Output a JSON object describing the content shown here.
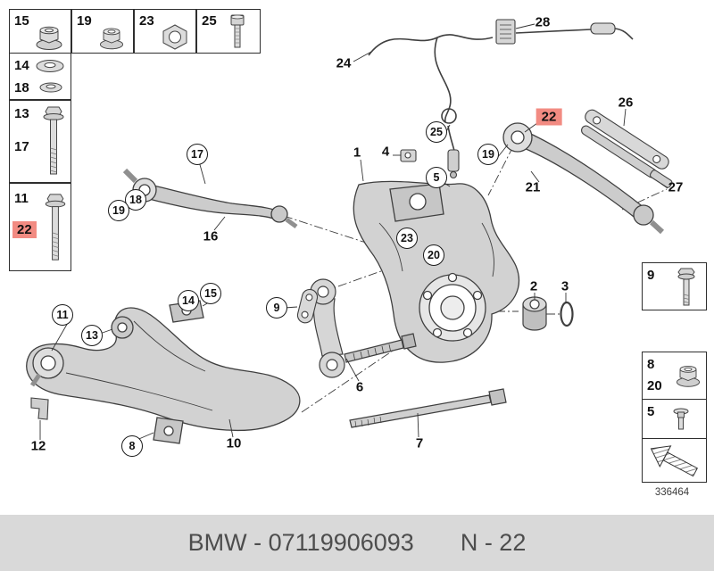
{
  "footer": {
    "left_text": "BMW - 07119906093",
    "right_text": "N - 22"
  },
  "diagram": {
    "number": "336464",
    "callouts": [
      {
        "label": "28",
        "circled": false,
        "highlighted": false
      },
      {
        "label": "24",
        "circled": false,
        "highlighted": false
      },
      {
        "label": "22",
        "circled": false,
        "highlighted": true
      },
      {
        "label": "26",
        "circled": false,
        "highlighted": false
      },
      {
        "label": "25",
        "circled": true,
        "highlighted": false
      },
      {
        "label": "19",
        "circled": true,
        "highlighted": false
      },
      {
        "label": "4",
        "circled": false,
        "highlighted": false
      },
      {
        "label": "1",
        "circled": false,
        "highlighted": false
      },
      {
        "label": "5",
        "circled": true,
        "highlighted": false
      },
      {
        "label": "21",
        "circled": false,
        "highlighted": false
      },
      {
        "label": "27",
        "circled": false,
        "highlighted": false
      },
      {
        "label": "17",
        "circled": true,
        "highlighted": false
      },
      {
        "label": "18",
        "circled": true,
        "highlighted": false
      },
      {
        "label": "19",
        "circled": true,
        "highlighted": false
      },
      {
        "label": "16",
        "circled": false,
        "highlighted": false
      },
      {
        "label": "23",
        "circled": true,
        "highlighted": false
      },
      {
        "label": "20",
        "circled": true,
        "highlighted": false
      },
      {
        "label": "2",
        "circled": false,
        "highlighted": false
      },
      {
        "label": "3",
        "circled": false,
        "highlighted": false
      },
      {
        "label": "9",
        "circled": true,
        "highlighted": false
      },
      {
        "label": "14",
        "circled": true,
        "highlighted": false
      },
      {
        "label": "15",
        "circled": true,
        "highlighted": false
      },
      {
        "label": "11",
        "circled": true,
        "highlighted": false
      },
      {
        "label": "13",
        "circled": true,
        "highlighted": false
      },
      {
        "label": "6",
        "circled": false,
        "highlighted": false
      },
      {
        "label": "12",
        "circled": false,
        "highlighted": false
      },
      {
        "label": "8",
        "circled": true,
        "highlighted": false
      },
      {
        "label": "10",
        "circled": false,
        "highlighted": false
      },
      {
        "label": "7",
        "circled": false,
        "highlighted": false
      }
    ]
  },
  "left_panel": {
    "top_row": [
      {
        "label": "15",
        "icon": "flange-nut"
      },
      {
        "label": "19",
        "icon": "flange-nut"
      },
      {
        "label": "23",
        "icon": "hex-nut"
      },
      {
        "label": "25",
        "icon": "socket-head-bolt"
      }
    ],
    "washer_box": {
      "items": [
        {
          "label": "14",
          "icon": "washer-large"
        },
        {
          "label": "18",
          "icon": "washer-small"
        }
      ]
    },
    "bolt_box_a": {
      "items": [
        {
          "label": "13",
          "icon": "hex-bolt"
        },
        {
          "label": "17",
          "icon": "long-bolt"
        }
      ]
    },
    "bolt_box_b": {
      "items": [
        {
          "label": "11",
          "icon": "hex-bolt"
        },
        {
          "label": "22",
          "icon": "long-bolt",
          "highlighted": true
        }
      ]
    }
  },
  "right_panel": {
    "bolt_box": {
      "label": "9",
      "icon": "flange-bolt"
    },
    "nut_box": {
      "items": [
        {
          "label": "8"
        },
        {
          "label": "20"
        }
      ],
      "icon": "flange-nut"
    },
    "plug_box": {
      "label": "5",
      "icon": "expansion-rivet"
    },
    "arrow_box": {
      "icon": "direction-of-travel-arrow"
    }
  },
  "colors": {
    "highlight": "#f28b82",
    "footer_bg": "#d9d9d9",
    "footer_text": "#4d4d4d",
    "line_color": "#3f3f3f"
  }
}
